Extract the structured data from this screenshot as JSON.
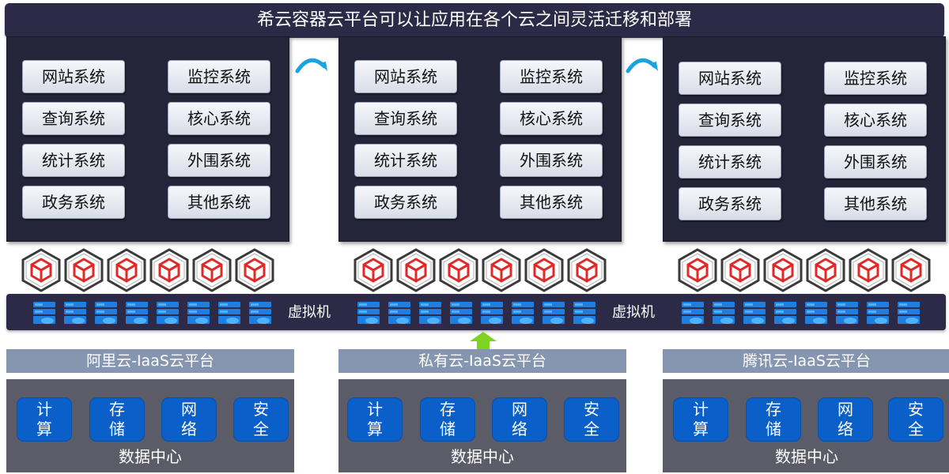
{
  "title": "希云容器云平台可以让应用在各个云之间灵活迁移和部署",
  "systems": [
    "网站系统",
    "监控系统",
    "查询系统",
    "核心系统",
    "统计系统",
    "外围系统",
    "政务系统",
    "其他系统"
  ],
  "vm_label": "虚拟机",
  "platforms": [
    {
      "name": "阿里云-IaaS云平台"
    },
    {
      "name": "私有云-IaaS云平台"
    },
    {
      "name": "腾讯云-IaaS云平台"
    }
  ],
  "resources": [
    {
      "top": "计",
      "bottom": "算"
    },
    {
      "top": "存",
      "bottom": "储"
    },
    {
      "top": "网",
      "bottom": "络"
    },
    {
      "top": "安",
      "bottom": "全"
    }
  ],
  "datacenter_label": "数据中心",
  "colors": {
    "dark_navy": "#2c2a46",
    "panel": "#25253a",
    "accent_blue": "#0a5fc8",
    "iaas_label": "#8796b0",
    "datacenter": "#5c5c68",
    "container_red": "#e02a2a",
    "arrow_cyan": "#1aa3e0",
    "arrow_green": "#7ed321"
  }
}
